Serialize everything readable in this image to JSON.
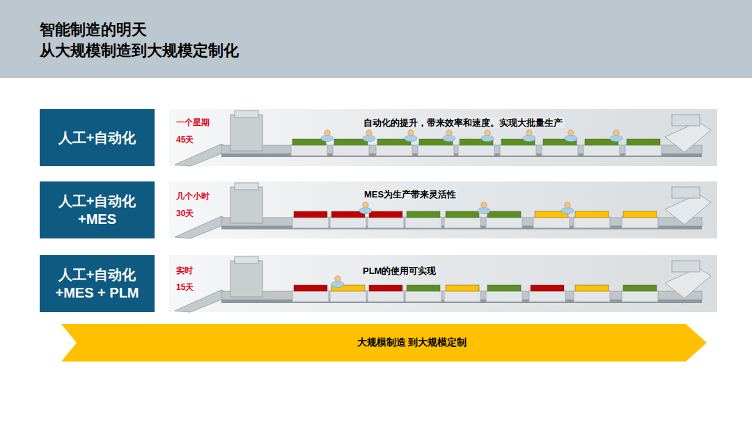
{
  "diagram": {
    "title": "智能制造的明天",
    "nodes": [
      {
        "text": [
          "人工+自动化"
        ]
      },
      {
        "text": [
          "一个星期",
          "45天",
          "自动化的提升，带来效率和速度。实现大批量生产"
        ]
      },
      {
        "text": [
          "人工+自动化 +MES"
        ]
      },
      {
        "text": [
          "几个小时",
          "30天",
          "MES为生产带来灵活性"
        ]
      },
      {
        "text": [
          "人工+自动化 +MES + PLM"
        ]
      },
      {
        "text": [
          "实时",
          "15天",
          "PLM的使用可实现"
        ]
      },
      {
        "text": [
          "大规模制造 到大规模定制"
        ]
      }
    ],
    "labels": [
      "从大规模制造到大规模定制化"
    ]
  }
}
